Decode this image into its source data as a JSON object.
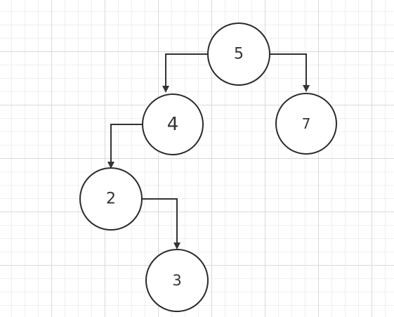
{
  "diagram": {
    "nodes": [
      {
        "id": "n5",
        "label": "5"
      },
      {
        "id": "n4",
        "label": "4"
      },
      {
        "id": "n7",
        "label": "7"
      },
      {
        "id": "n2",
        "label": "2"
      },
      {
        "id": "n3",
        "label": "3"
      }
    ],
    "edges": [
      {
        "from": "n5",
        "to": "n4"
      },
      {
        "from": "n5",
        "to": "n7"
      },
      {
        "from": "n4",
        "to": "n2"
      },
      {
        "from": "n2",
        "to": "n3"
      }
    ],
    "colors": {
      "stroke": "#2b2b2b",
      "grid_major": "#d9d9d9",
      "grid_minor": "#efefef",
      "background": "#ffffff"
    }
  }
}
